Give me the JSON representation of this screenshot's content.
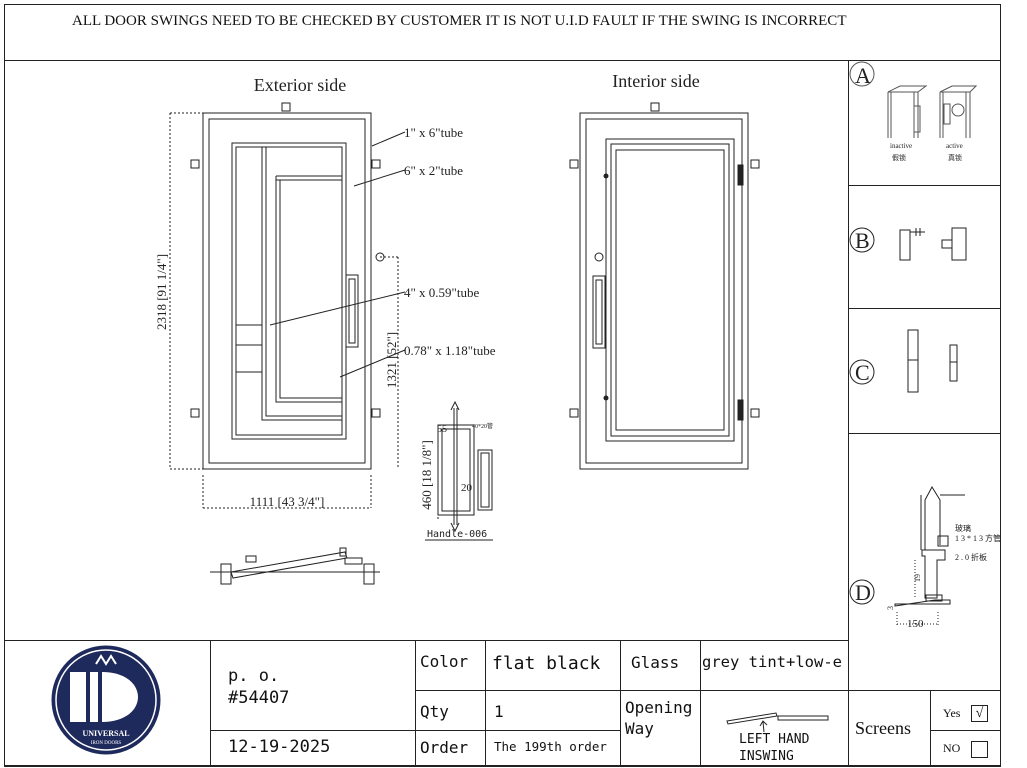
{
  "header": {
    "warning": "ALL DOOR SWINGS NEED TO BE CHECKED BY CUSTOMER IT IS NOT U.I.D FAULT IF THE SWING IS INCORRECT"
  },
  "drawing": {
    "exterior_title": "Exterior side",
    "interior_title": "Interior side",
    "labels": {
      "tube1": "1\" x 6\"tube",
      "tube2": "6\" x 2\"tube",
      "tube3": "4\" x 0.59\"tube",
      "tube4": "0.78\" x 1.18\"tube",
      "height": "2318 [91 1/4\"]",
      "width": "1111 [43 3/4\"]",
      "handle_height": "1321 [52\"]",
      "handle_len": "460 [18 1/8\"]",
      "handle_55": "55",
      "handle_20": "20",
      "handle_tube": "40*20管",
      "handle_name": "Handle-006"
    }
  },
  "details": {
    "a": {
      "letter": "A",
      "inactive": "inactive",
      "inactive_cn": "假锁",
      "active": "active",
      "active_cn": "真锁"
    },
    "b": {
      "letter": "B"
    },
    "c": {
      "letter": "C"
    },
    "d": {
      "letter": "D",
      "glass_cn": "玻璃",
      "tube_cn": "1 3 * 1 3 方管",
      "plate_cn": "2 . 0 折板",
      "dim_150": "150",
      "dim_3": "3",
      "dim_h": "19"
    }
  },
  "logo": {
    "text": "UNIVERSAL",
    "subtext": "IRON DOORS",
    "letters": "UID"
  },
  "info": {
    "po_label": "p. o.",
    "po_number": "#54407",
    "date": "12-19-2025",
    "color_label": "Color",
    "color_value": "flat black",
    "glass_label": "Glass",
    "glass_value": "grey tint+low-e",
    "qty_label": "Qty",
    "qty_value": "1",
    "order_label": "Order",
    "order_value": "The 199th order",
    "opening_label": "Opening Way",
    "opening_value_1": "LEFT HAND",
    "opening_value_2": "INSWING",
    "screens_label": "Screens",
    "yes_label": "Yes",
    "no_label": "NO",
    "yes_checked": true,
    "check_mark": "√"
  }
}
